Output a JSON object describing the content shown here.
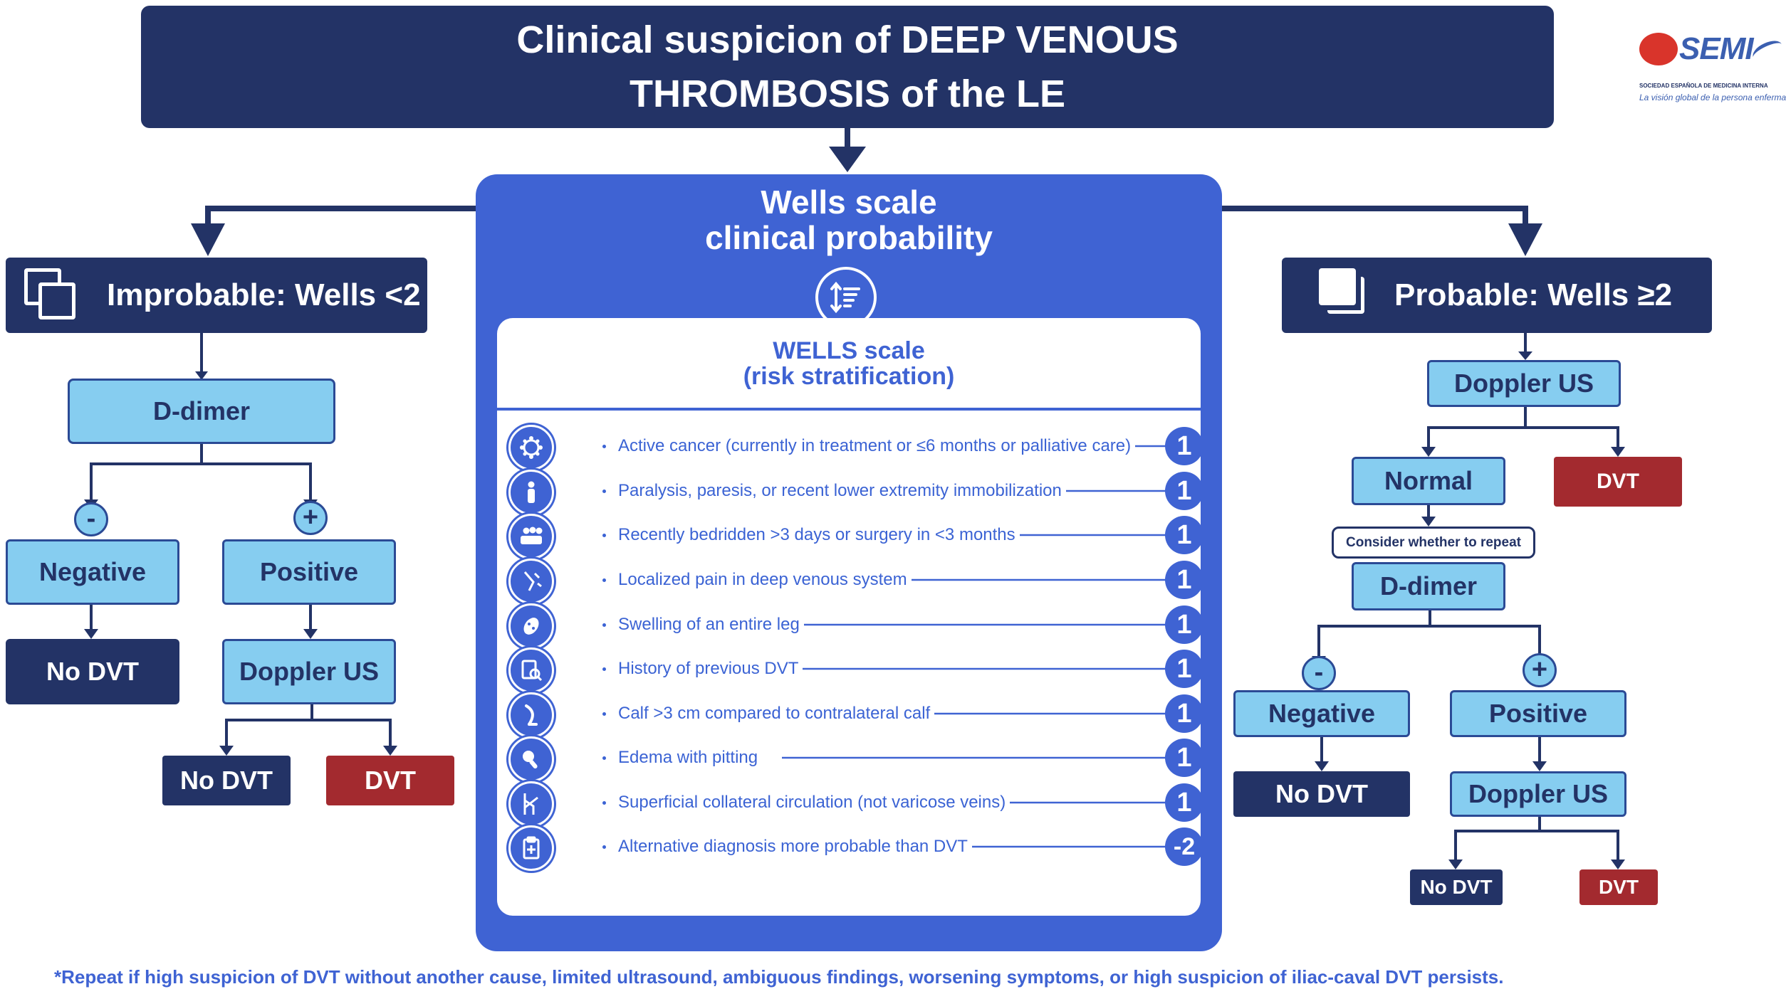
{
  "header": {
    "line1": "Clinical suspicion of DEEP VENOUS",
    "line2": "THROMBOSIS of the LE"
  },
  "logo": {
    "name": "SEMI",
    "subtitle": "SOCIEDAD ESPAÑOLA DE MEDICINA INTERNA",
    "tagline": "La visión global de la persona enferma"
  },
  "wells": {
    "title1": "Wells scale",
    "title2": "clinical probability",
    "panel_title1": "WELLS scale",
    "panel_title2": "(risk stratification)",
    "items": [
      {
        "icon": "cancer-cell-icon",
        "text": "Active cancer (currently in treatment or  ≤6 months or palliative care)",
        "score": "1"
      },
      {
        "icon": "person-icon",
        "text": "Paralysis, paresis, or recent lower extremity immobilization",
        "score": "1"
      },
      {
        "icon": "bed-icon",
        "text": "Recently bedridden >3 days or surgery in <3 months",
        "score": "1"
      },
      {
        "icon": "leg-pain-icon",
        "text": "Localized pain in deep venous system",
        "score": "1"
      },
      {
        "icon": "swelling-icon",
        "text": "Swelling of an entire leg",
        "score": "1"
      },
      {
        "icon": "clipboard-search-icon",
        "text": "History of previous DVT",
        "score": "1"
      },
      {
        "icon": "calf-icon",
        "text": "Calf >3 cm compared to contralateral calf",
        "score": "1"
      },
      {
        "icon": "edema-icon",
        "text": "Edema with pitting",
        "score": "1"
      },
      {
        "icon": "veins-icon",
        "text": "Superficial collateral circulation (not varicose veins)",
        "score": "1"
      },
      {
        "icon": "clipboard-plus-icon",
        "text": "Alternative diagnosis more probable than DVT",
        "score": "-2"
      }
    ]
  },
  "left": {
    "title": "Improbable: Wells <2",
    "ddimer": "D-dimer",
    "minus": "-",
    "plus": "+",
    "negative": "Negative",
    "positive": "Positive",
    "no_dvt_1": "No DVT",
    "doppler": "Doppler US",
    "no_dvt_2": "No DVT",
    "dvt": "DVT"
  },
  "right": {
    "title": "Probable: Wells ≥2",
    "doppler": "Doppler US",
    "normal": "Normal",
    "dvt_1": "DVT",
    "consider": "Consider whether to repeat",
    "ddimer": "D-dimer",
    "minus": "-",
    "plus": "+",
    "negative": "Negative",
    "positive": "Positive",
    "no_dvt_1": "No DVT",
    "doppler_2": "Doppler US",
    "no_dvt_2": "No DVT",
    "dvt_2": "DVT"
  },
  "footnote": "*Repeat if high suspicion of DVT without another cause, limited ultrasound, ambiguous findings, worsening symptoms, or high suspicion of iliac-caval DVT persists.",
  "colors": {
    "navy": "#233366",
    "royal_blue": "#3f63d3",
    "light_blue": "#86cdf0",
    "red": "#a32a2f",
    "logo_red": "#d9342b"
  }
}
